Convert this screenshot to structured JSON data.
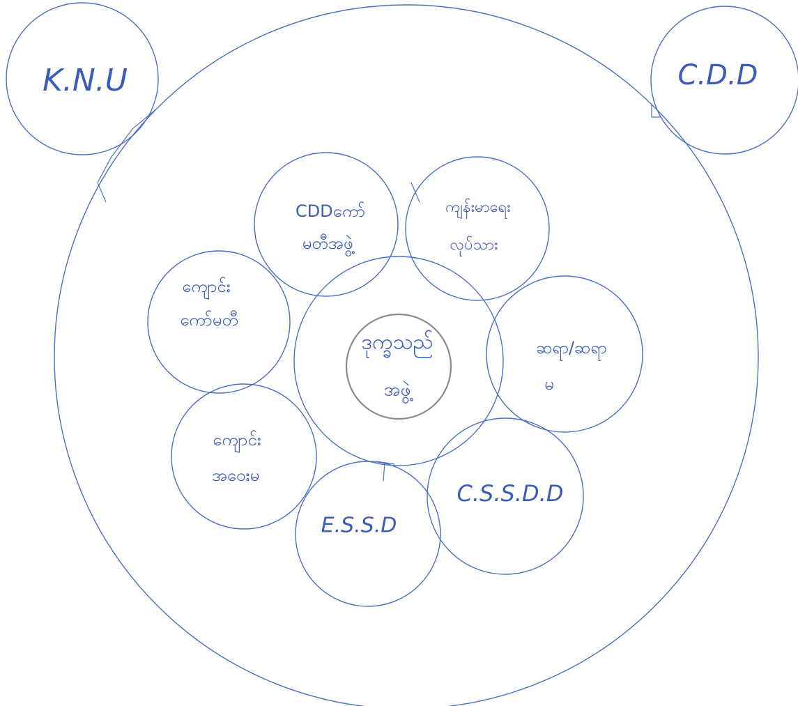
{
  "diagram": {
    "outer_nodes": {
      "top_left": "K.N.U",
      "top_right": "C.D.D"
    },
    "center": {
      "line1": "ဒုက္ခသည်",
      "line2": "အဖွဲ့"
    },
    "petals": {
      "top": {
        "line1": "CDDကော်",
        "line2": "မတီအဖွဲ့"
      },
      "top_right": {
        "line1": "ကျန်းမာရေး",
        "line2": "လုပ်သား"
      },
      "right": {
        "line1": "ဆရာ/ဆရာ",
        "line2": "မ"
      },
      "bottom_right": "C.S.S.D.D",
      "bottom": "E.S.S.D",
      "bottom_left": {
        "line1": "ကျောင်း",
        "line2": "အဝေးမ"
      },
      "left": {
        "line1": "ကျောင်း",
        "line2": "ကော်မတီ"
      }
    }
  }
}
